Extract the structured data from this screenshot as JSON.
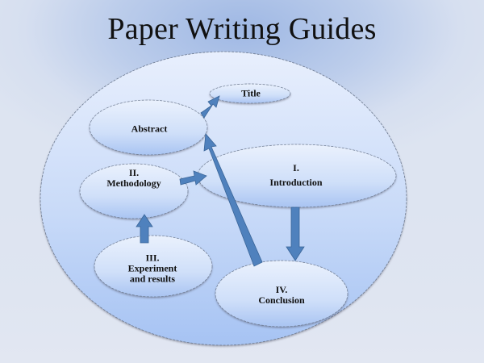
{
  "title": "Paper Writing Guides",
  "nodes": {
    "title": {
      "label": "Title"
    },
    "abstract": {
      "label": "Abstract"
    },
    "introduction": {
      "line1": "I.",
      "line2": "Introduction"
    },
    "methodology": {
      "line1": "II.",
      "line2": "Methodology"
    },
    "experiment": {
      "line1": "III.",
      "line2": "Experiment",
      "line3": "and results"
    },
    "conclusion": {
      "line1": "IV.",
      "line2": "Conclusion"
    }
  },
  "edges": [
    {
      "from": "abstract",
      "to": "title"
    },
    {
      "from": "conclusion",
      "to": "abstract"
    },
    {
      "from": "methodology",
      "to": "introduction"
    },
    {
      "from": "introduction",
      "to": "conclusion"
    },
    {
      "from": "experiment",
      "to": "methodology"
    }
  ],
  "colors": {
    "arrow": "#4f81bd",
    "arrow_stroke": "#3a6598",
    "node_top": "#e6eefc",
    "node_bottom": "#a9c4f2",
    "outer_top": "#e8effd",
    "outer_bottom": "#a6c3f3"
  }
}
